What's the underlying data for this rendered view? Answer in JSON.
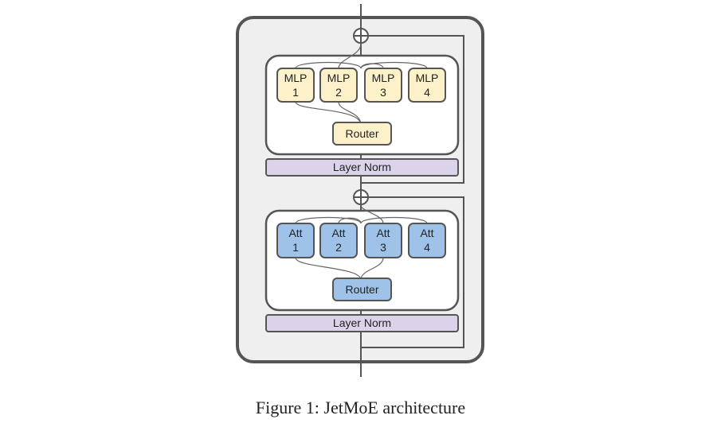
{
  "caption": "Figure 1: JetMoE architecture",
  "moe_block": {
    "experts": [
      {
        "line1": "MLP",
        "line2": "1"
      },
      {
        "line1": "MLP",
        "line2": "2"
      },
      {
        "line1": "MLP",
        "line2": "3"
      },
      {
        "line1": "MLP",
        "line2": "4"
      }
    ],
    "router_label": "Router",
    "norm_label": "Layer Norm"
  },
  "attention_block": {
    "experts": [
      {
        "line1": "Att",
        "line2": "1"
      },
      {
        "line1": "Att",
        "line2": "2"
      },
      {
        "line1": "Att",
        "line2": "3"
      },
      {
        "line1": "Att",
        "line2": "4"
      }
    ],
    "router_label": "Router",
    "norm_label": "Layer Norm"
  },
  "colors": {
    "outer_fill": "#efefef",
    "mlp_fill": "#fdf1c9",
    "att_fill": "#9fc3e8",
    "norm_fill": "#dcd3ea",
    "stroke": "#555555"
  }
}
